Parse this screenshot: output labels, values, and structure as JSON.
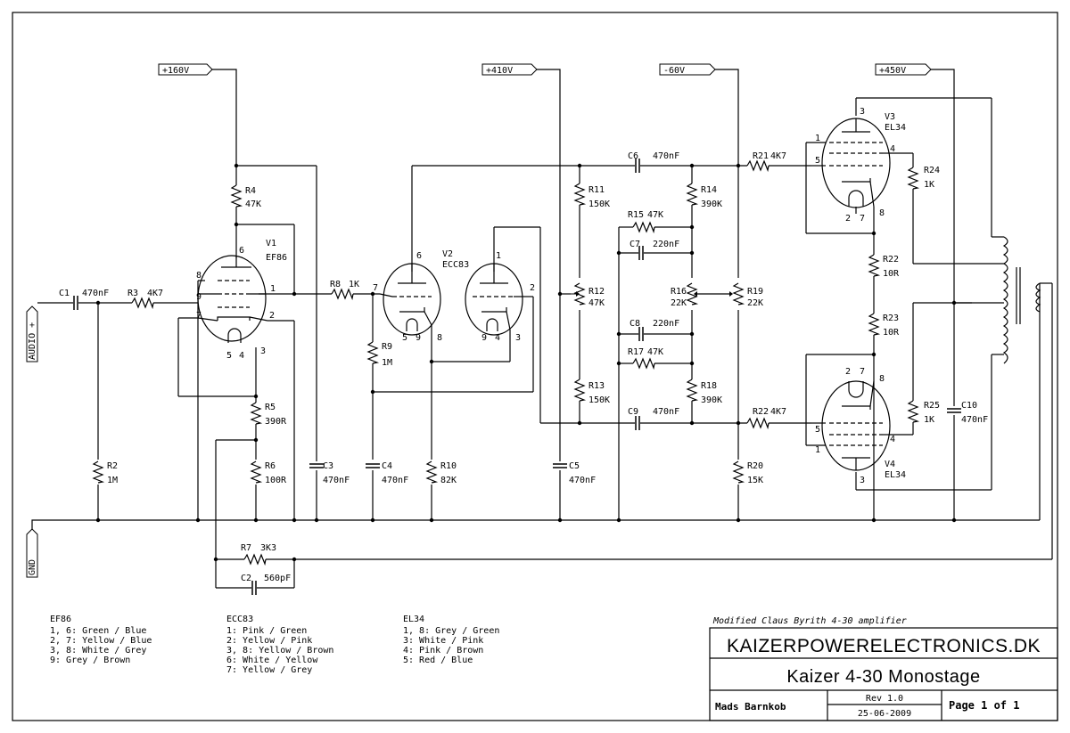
{
  "title_block": {
    "subtitle": "Modified Claus Byrith 4-30 amplifier",
    "company": "KAIZERPOWERELECTRONICS.DK",
    "title": "Kaizer 4-30 Monostage",
    "author": "Mads Barnkob",
    "rev": "Rev 1.0",
    "date": "25-06-2009",
    "page": "Page 1 of 1"
  },
  "legend": [
    {
      "tube": "EF86",
      "lines": [
        "1, 6: Green / Blue",
        "2, 7: Yellow / Blue",
        "3, 8: White / Grey",
        "9: Grey / Brown"
      ]
    },
    {
      "tube": "ECC83",
      "lines": [
        "1: Pink / Green",
        "2: Yellow / Pink",
        "3, 8: Yellow / Brown",
        "6: White / Yellow",
        "7: Yellow / Grey"
      ]
    },
    {
      "tube": "EL34",
      "lines": [
        "1, 8: Grey / Green",
        "3: White / Pink",
        "4: Pink / Brown",
        "5: Red / Blue"
      ]
    }
  ],
  "rails": {
    "v160": "+160V",
    "v410": "+410V",
    "vneg60": "-60V",
    "v450": "+450V"
  },
  "ports": {
    "audio": "AUDIO +",
    "gnd": "GND"
  },
  "tubes": {
    "v1": {
      "ref": "V1",
      "type": "EF86",
      "pins": [
        "8",
        "9",
        "7",
        "6",
        "1",
        "2",
        "3",
        "5",
        "4"
      ]
    },
    "v2": {
      "ref": "V2",
      "type": "ECC83",
      "pins": [
        "6",
        "7",
        "5",
        "9",
        "8",
        "1",
        "2",
        "9",
        "4",
        "3"
      ]
    },
    "v3": {
      "ref": "V3",
      "type": "EL34",
      "pins": [
        "3",
        "1",
        "5",
        "4",
        "2",
        "7",
        "8"
      ]
    },
    "v4": {
      "ref": "V4",
      "type": "EL34",
      "pins": [
        "2",
        "7",
        "8",
        "5",
        "4",
        "1",
        "3"
      ]
    }
  },
  "components": {
    "c1": {
      "ref": "C1",
      "val": "470nF"
    },
    "r3": {
      "ref": "R3",
      "val": "4K7"
    },
    "r2": {
      "ref": "R2",
      "val": "1M"
    },
    "r4": {
      "ref": "R4",
      "val": "47K"
    },
    "r5": {
      "ref": "R5",
      "val": "390R"
    },
    "r6": {
      "ref": "R6",
      "val": "100R"
    },
    "c3": {
      "ref": "C3",
      "val": "470nF"
    },
    "r7": {
      "ref": "R7",
      "val": "3K3"
    },
    "c2": {
      "ref": "C2",
      "val": "560pF"
    },
    "r8": {
      "ref": "R8",
      "val": "1K"
    },
    "r9": {
      "ref": "R9",
      "val": "1M"
    },
    "c4": {
      "ref": "C4",
      "val": "470nF"
    },
    "r10": {
      "ref": "R10",
      "val": "82K"
    },
    "c5": {
      "ref": "C5",
      "val": "470nF"
    },
    "r11": {
      "ref": "R11",
      "val": "150K"
    },
    "r12": {
      "ref": "R12",
      "val": "47K"
    },
    "r13": {
      "ref": "R13",
      "val": "150K"
    },
    "c6": {
      "ref": "C6",
      "val": "470nF"
    },
    "r15": {
      "ref": "R15",
      "val": "47K"
    },
    "c7": {
      "ref": "C7",
      "val": "220nF"
    },
    "c8": {
      "ref": "C8",
      "val": "220nF"
    },
    "r17": {
      "ref": "R17",
      "val": "47K"
    },
    "c9": {
      "ref": "C9",
      "val": "470nF"
    },
    "r14": {
      "ref": "R14",
      "val": "390K"
    },
    "r16": {
      "ref": "R16",
      "val": "22K"
    },
    "r18": {
      "ref": "R18",
      "val": "390K"
    },
    "r19": {
      "ref": "R19",
      "val": "22K"
    },
    "r20": {
      "ref": "R20",
      "val": "15K"
    },
    "r21": {
      "ref": "R21",
      "val": "4K7"
    },
    "r22": {
      "ref": "R22",
      "val": "4K7"
    },
    "r22b": {
      "ref": "R22",
      "val": "10R"
    },
    "r23": {
      "ref": "R23",
      "val": "10R"
    },
    "r24": {
      "ref": "R24",
      "val": "1K"
    },
    "r25": {
      "ref": "R25",
      "val": "1K"
    },
    "c10": {
      "ref": "C10",
      "val": "470nF"
    }
  }
}
